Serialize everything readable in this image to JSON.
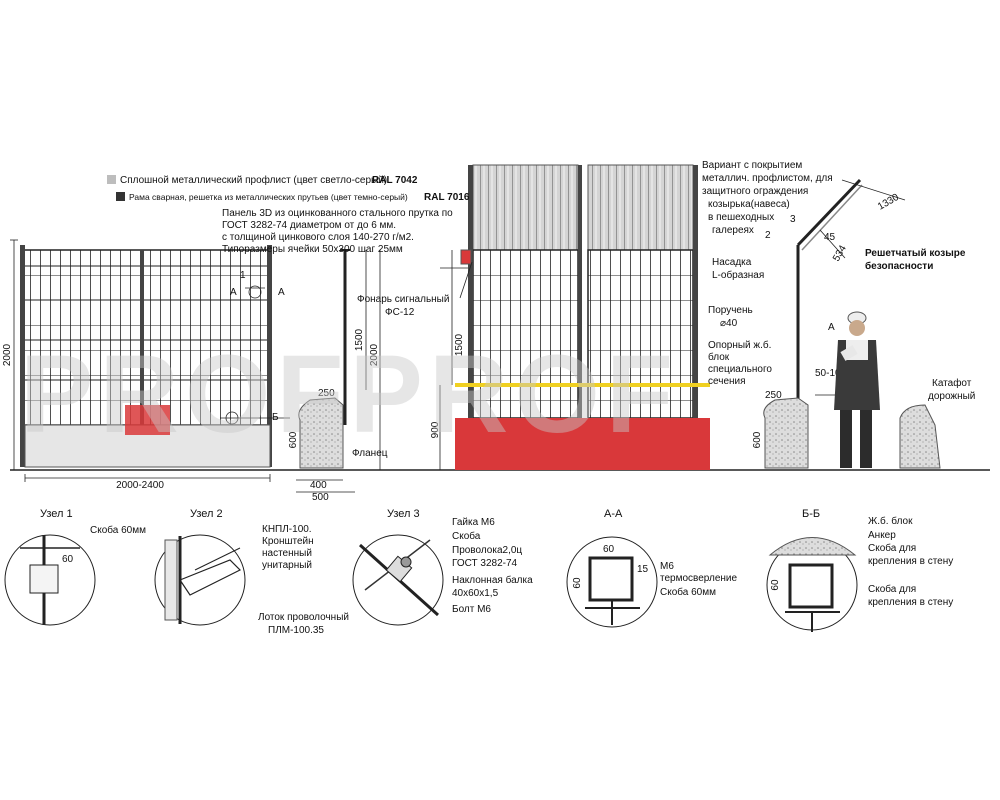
{
  "legend": [
    {
      "text": "Сплошной металлический профлист  (цвет светло-серый)",
      "code": "RAL 7042",
      "swatch": "#bdbdbd"
    },
    {
      "text": "Рама сварная, решетка из металлических прутьев  (цвет темно-серый)",
      "code": "RAL 7016",
      "swatch": "#333333"
    }
  ],
  "panel_note": [
    "Панель 3D из оцинкованного стального прутка по",
    "ГОСТ 3282-74  диаметром от до 6 мм.",
    "с толщиной цинкового слоя 140-270 г/м2.",
    "Типоразмеры ячейки  50х300  шаг 25мм"
  ],
  "variant_note": [
    "Вариант с покрытием",
    "металлич. профлистом, для",
    "защитного ограждения",
    "козырька(навеса)",
    "в пешеходных",
    "галереях"
  ],
  "labels": {
    "lantern": [
      "Фонарь сигнальный",
      "ФС-12"
    ],
    "flange": "Фланец",
    "l_nozzle": [
      "Насадка",
      "L-образная"
    ],
    "handrail": [
      "Поручень",
      "⌀40"
    ],
    "support_block": [
      "Опорный ж.б.",
      "блок",
      "специального",
      "сечения"
    ],
    "canopy": [
      "Решетчатый козыре",
      "безопасности"
    ],
    "reflector": [
      "Катафот",
      "дорожный"
    ]
  },
  "dims": {
    "h2000": "2000",
    "w2000_2400": "2000-2400",
    "h1500_side": "1500",
    "h2000_side": "2000",
    "d250": "250",
    "d600": "600",
    "w400": "400",
    "w500": "500",
    "h1500_mid": "1500",
    "h900": "900",
    "r250": "250",
    "r600": "600",
    "w50_100": "50-100",
    "c1330": "1330",
    "c534": "534",
    "c45": "45",
    "mark_a": "А",
    "mark_b": "Б",
    "mark_1": "1",
    "mark_2": "2",
    "mark_3": "3"
  },
  "details": {
    "uzel1": {
      "title": "Узел 1",
      "labels": [
        "Скоба 60мм"
      ],
      "dim": "60"
    },
    "uzel2": {
      "title": "Узел 2",
      "labels": [
        "КНПЛ-100.",
        "Кронштейн",
        "настенный",
        "унитарный"
      ],
      "bottom": [
        "Лоток проволочный",
        "ПЛМ-100.35"
      ]
    },
    "uzel3": {
      "title": "Узел 3",
      "labels": [
        "Гайка М6",
        "Скоба",
        "Проволока2,0ц",
        "ГОСТ 3282-74",
        "Наклонная балка",
        "40х60х1,5",
        "Болт М6"
      ]
    },
    "aa": {
      "title": "А-А",
      "labels": [
        "М6",
        "термосверление",
        "Скоба 60мм"
      ],
      "dims": [
        "60",
        "60",
        "15"
      ]
    },
    "bb": {
      "title": "Б-Б",
      "labels": [
        "Ж.б. блок",
        "Анкер",
        "Скоба для",
        "крепления в стену",
        "Скоба для",
        "крепления в стену"
      ],
      "dim": "60"
    }
  },
  "watermark": "PROFPROF",
  "colors": {
    "red": "#d9383a",
    "watermark_red": "#e06060",
    "watermark_grey": "#c8c8c8",
    "yellow": "#f0d020",
    "concrete": "#d8d8d8"
  }
}
